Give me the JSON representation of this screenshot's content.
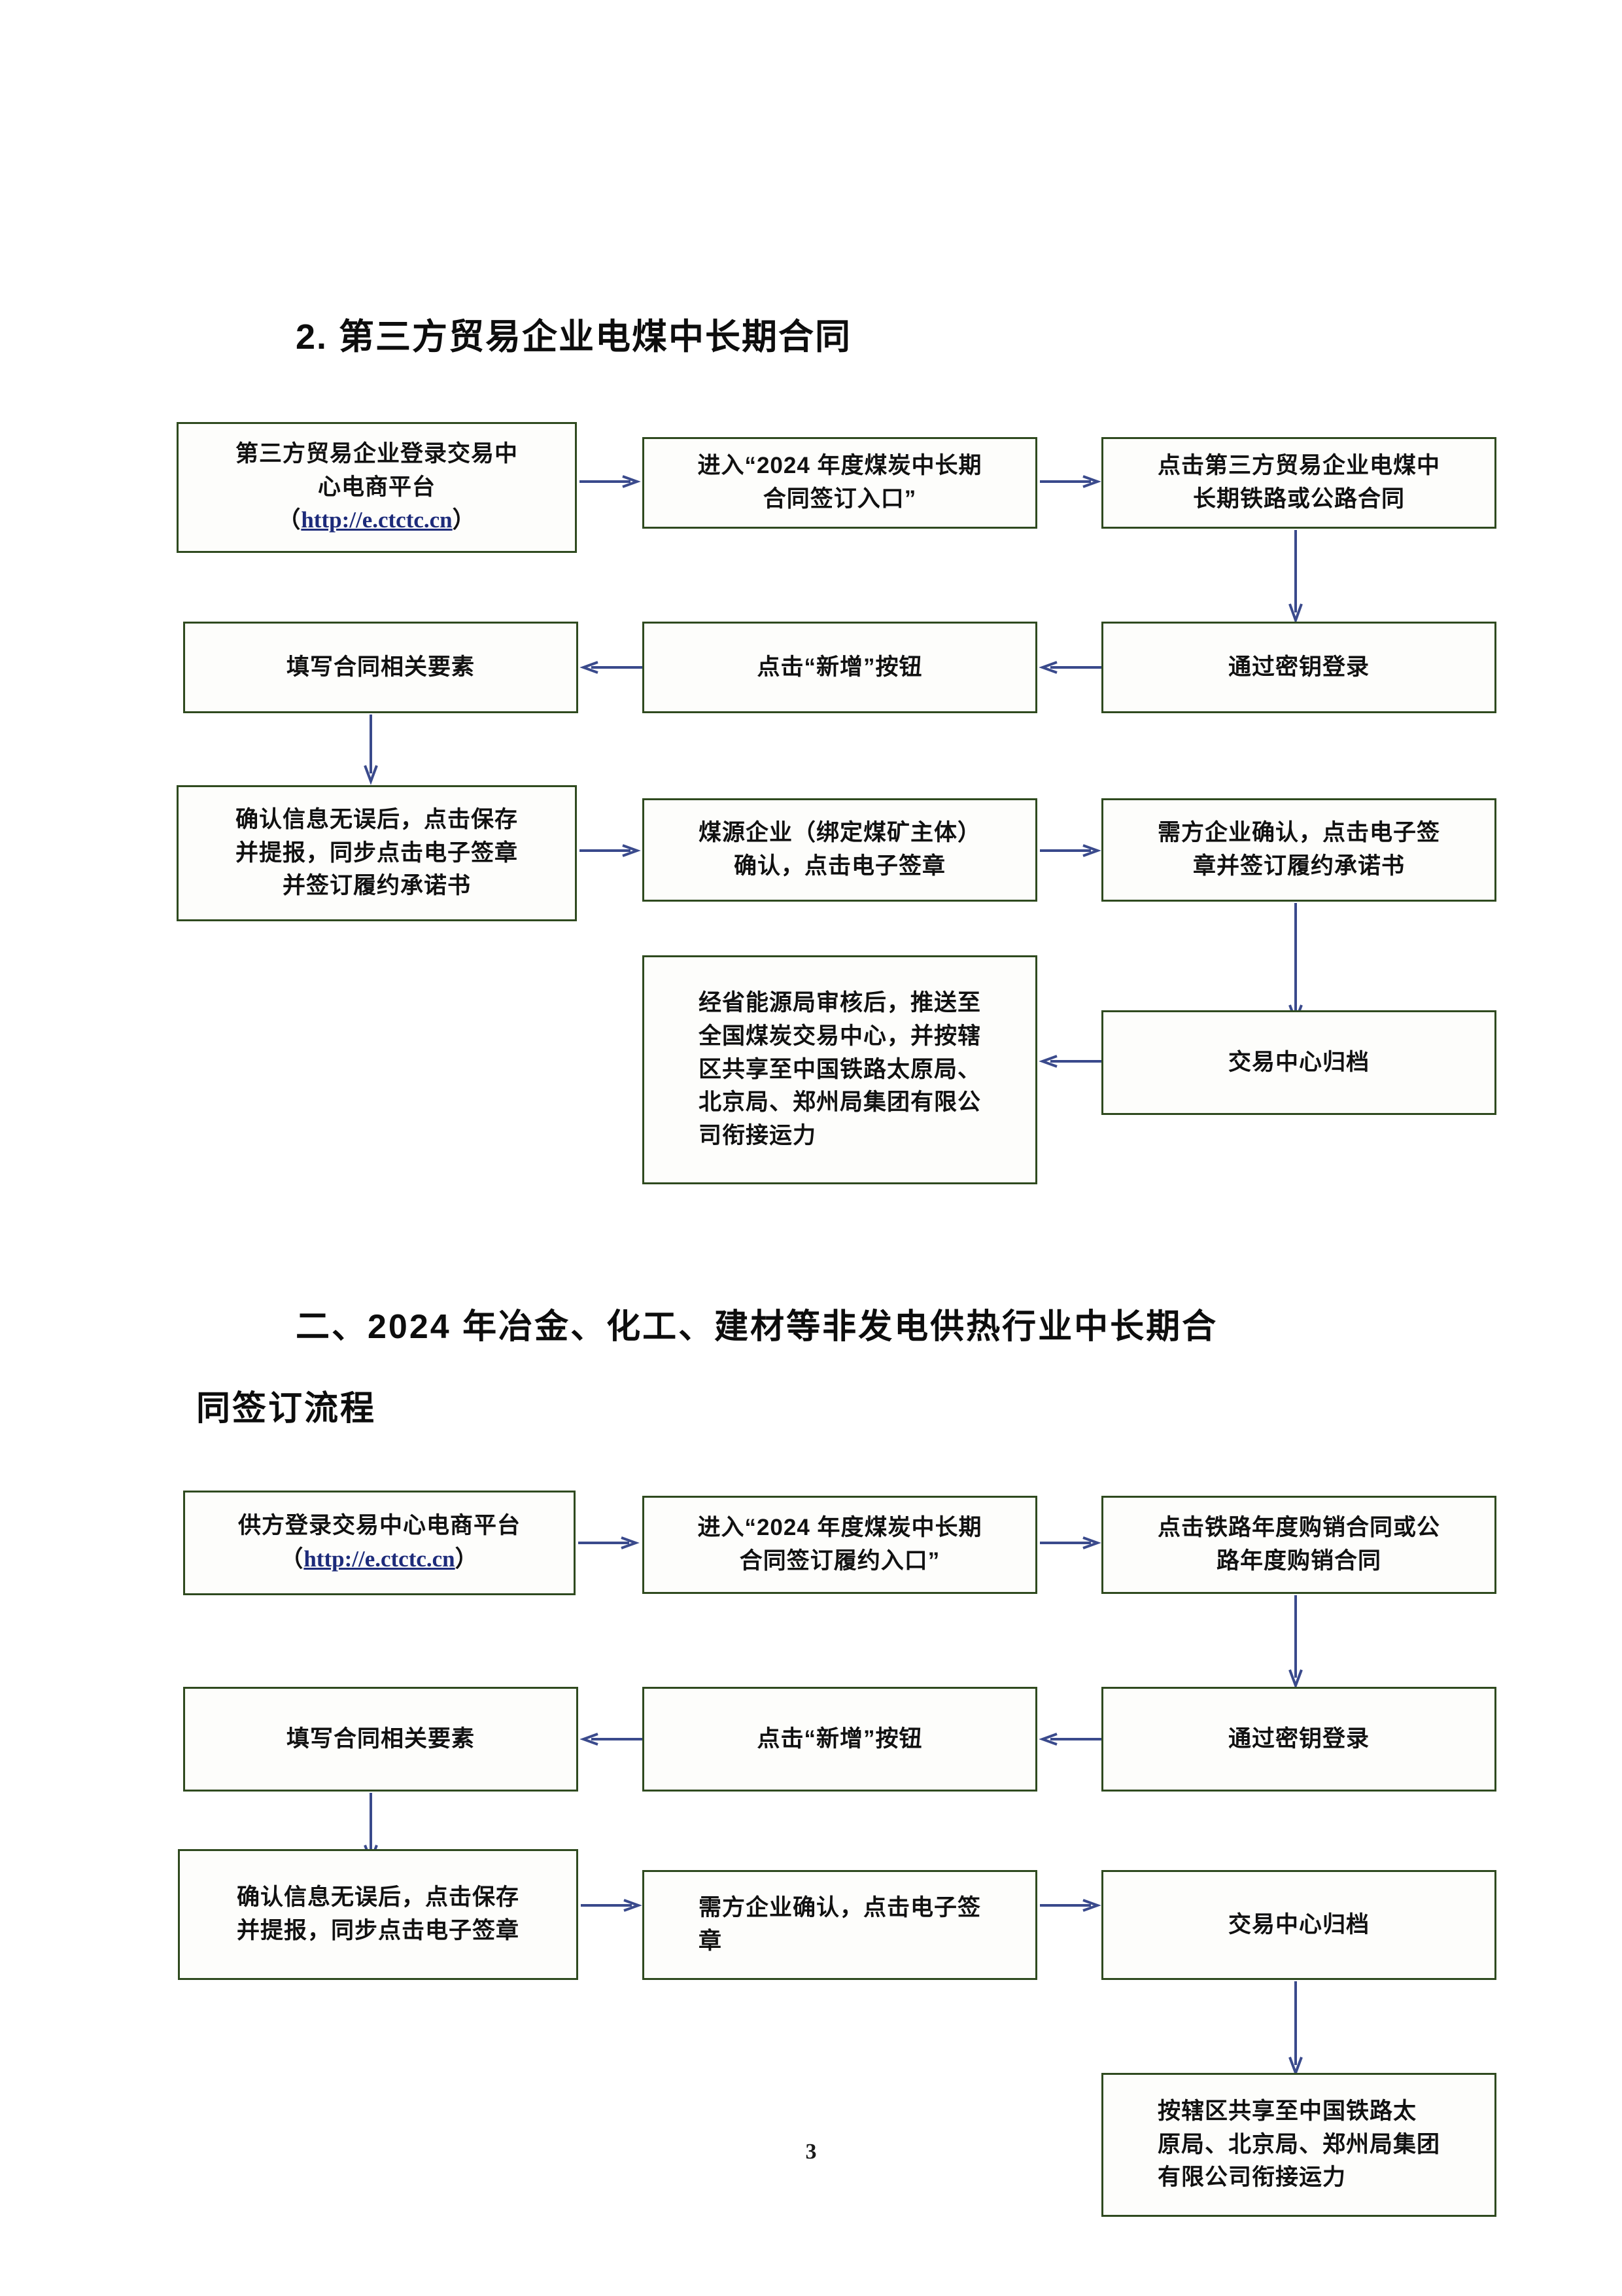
{
  "document": {
    "page_number": "3",
    "url_text": "http://e.ctctc.cn",
    "colors": {
      "box_border": "#2f4a1f",
      "arrow": "#3a4a8c",
      "link": "#1d2b7a",
      "text": "#111111",
      "background": "#ffffff"
    }
  },
  "section_one": {
    "heading": "2. 第三方贸易企业电煤中长期合同",
    "flowchart": {
      "type": "flowchart",
      "nodes": [
        {
          "id": "n1",
          "label_line1": "第三方贸易企业登录交易中",
          "label_line2": "心电商平台",
          "label_line3_prefix": "（",
          "label_url": "http://e.ctctc.cn",
          "label_line3_suffix": "）"
        },
        {
          "id": "n2",
          "label": "进入“2024 年度煤炭中长期\n合同签订入口”"
        },
        {
          "id": "n3",
          "label": "点击第三方贸易企业电煤中\n长期铁路或公路合同"
        },
        {
          "id": "n4",
          "label": "通过密钥登录"
        },
        {
          "id": "n5",
          "label": "点击“新增”按钮"
        },
        {
          "id": "n6",
          "label": "填写合同相关要素"
        },
        {
          "id": "n7",
          "label": "确认信息无误后，点击保存\n并提报，同步点击电子签章\n并签订履约承诺书"
        },
        {
          "id": "n8",
          "label": "煤源企业（绑定煤矿主体）\n确认，点击电子签章"
        },
        {
          "id": "n9",
          "label": "需方企业确认，点击电子签\n章并签订履约承诺书"
        },
        {
          "id": "n10",
          "label": "交易中心归档"
        },
        {
          "id": "n11",
          "label": "经省能源局审核后，推送至\n全国煤炭交易中心，并按辖\n区共享至中国铁路太原局、\n北京局、郑州局集团有限公\n司衔接运力"
        }
      ],
      "edges": [
        {
          "from": "n1",
          "to": "n2",
          "dir": "right"
        },
        {
          "from": "n2",
          "to": "n3",
          "dir": "right"
        },
        {
          "from": "n3",
          "to": "n4",
          "dir": "down"
        },
        {
          "from": "n4",
          "to": "n5",
          "dir": "left"
        },
        {
          "from": "n5",
          "to": "n6",
          "dir": "left"
        },
        {
          "from": "n6",
          "to": "n7",
          "dir": "down"
        },
        {
          "from": "n7",
          "to": "n8",
          "dir": "right"
        },
        {
          "from": "n8",
          "to": "n9",
          "dir": "right"
        },
        {
          "from": "n9",
          "to": "n10",
          "dir": "down"
        },
        {
          "from": "n10",
          "to": "n11",
          "dir": "left"
        }
      ]
    }
  },
  "section_two": {
    "heading_line1": "二、2024 年冶金、化工、建材等非发电供热行业中长期合",
    "heading_line2": "同签订流程",
    "flowchart": {
      "type": "flowchart",
      "nodes": [
        {
          "id": "m1",
          "label_line1": "供方登录交易中心电商平台",
          "label_line2_prefix": "（",
          "label_url": "http://e.ctctc.cn",
          "label_line2_suffix": "）"
        },
        {
          "id": "m2",
          "label": "进入“2024 年度煤炭中长期\n合同签订履约入口”"
        },
        {
          "id": "m3",
          "label": "点击铁路年度购销合同或公\n路年度购销合同"
        },
        {
          "id": "m4",
          "label": "通过密钥登录"
        },
        {
          "id": "m5",
          "label": "点击“新增”按钮"
        },
        {
          "id": "m6",
          "label": "填写合同相关要素"
        },
        {
          "id": "m7",
          "label": "确认信息无误后，点击保存\n并提报，同步点击电子签章"
        },
        {
          "id": "m8",
          "label": "需方企业确认，点击电子签\n章"
        },
        {
          "id": "m9",
          "label": "交易中心归档"
        },
        {
          "id": "m10",
          "label": "按辖区共享至中国铁路太\n原局、北京局、郑州局集团\n有限公司衔接运力"
        }
      ],
      "edges": [
        {
          "from": "m1",
          "to": "m2",
          "dir": "right"
        },
        {
          "from": "m2",
          "to": "m3",
          "dir": "right"
        },
        {
          "from": "m3",
          "to": "m4",
          "dir": "down"
        },
        {
          "from": "m4",
          "to": "m5",
          "dir": "left"
        },
        {
          "from": "m5",
          "to": "m6",
          "dir": "left"
        },
        {
          "from": "m6",
          "to": "m7",
          "dir": "down"
        },
        {
          "from": "m7",
          "to": "m8",
          "dir": "right"
        },
        {
          "from": "m8",
          "to": "m9",
          "dir": "right"
        },
        {
          "from": "m9",
          "to": "m10",
          "dir": "down"
        }
      ]
    }
  }
}
